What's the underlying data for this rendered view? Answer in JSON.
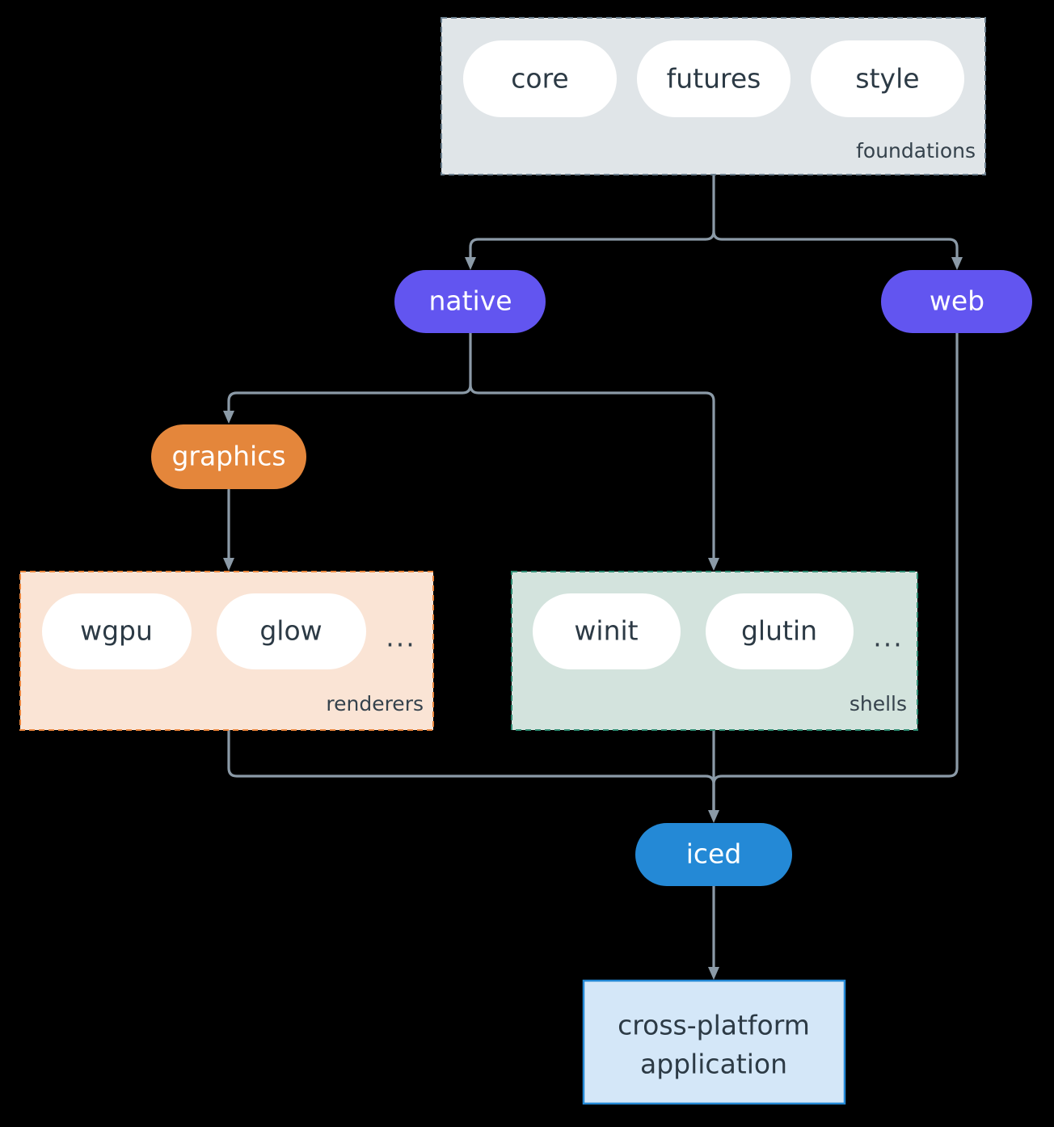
{
  "diagram": {
    "background_color": "#000000",
    "edge_color": "#8b9aa7",
    "clusters": [
      {
        "id": "foundations",
        "label": "foundations",
        "fill": "#e0e5e8",
        "stroke": "#6b7f8e",
        "border_style": "dashed",
        "nodes": [
          {
            "id": "core",
            "label": "core"
          },
          {
            "id": "futures",
            "label": "futures"
          },
          {
            "id": "style",
            "label": "style"
          }
        ]
      },
      {
        "id": "renderers",
        "label": "renderers",
        "fill": "#fae4d5",
        "stroke": "#e8843c",
        "border_style": "dashed",
        "nodes": [
          {
            "id": "wgpu",
            "label": "wgpu"
          },
          {
            "id": "glow",
            "label": "glow"
          },
          {
            "id": "renderers-more",
            "label": "..."
          }
        ]
      },
      {
        "id": "shells",
        "label": "shells",
        "fill": "#d3e3dd",
        "stroke": "#2e8b72",
        "border_style": "dashed",
        "nodes": [
          {
            "id": "winit",
            "label": "winit"
          },
          {
            "id": "glutin",
            "label": "glutin"
          },
          {
            "id": "shells-more",
            "label": "..."
          }
        ]
      }
    ],
    "nodes": [
      {
        "id": "native",
        "label": "native",
        "fill": "#6255f0",
        "text_color": "#ffffff",
        "shape": "pill"
      },
      {
        "id": "web",
        "label": "web",
        "fill": "#6255f0",
        "text_color": "#ffffff",
        "shape": "pill"
      },
      {
        "id": "graphics",
        "label": "graphics",
        "fill": "#e4863b",
        "text_color": "#ffffff",
        "shape": "pill"
      },
      {
        "id": "iced",
        "label": "iced",
        "fill": "#2489d6",
        "text_color": "#ffffff",
        "shape": "pill"
      },
      {
        "id": "application",
        "label_line1": "cross-platform",
        "label_line2": "application",
        "fill": "#d4e7f8",
        "stroke": "#2489d6",
        "text_color": "#2c3a45",
        "shape": "rect"
      }
    ],
    "edges": [
      {
        "from": "foundations",
        "to": "native"
      },
      {
        "from": "foundations",
        "to": "web"
      },
      {
        "from": "native",
        "to": "graphics"
      },
      {
        "from": "native",
        "to": "shells"
      },
      {
        "from": "graphics",
        "to": "renderers"
      },
      {
        "from": "renderers",
        "to": "iced"
      },
      {
        "from": "shells",
        "to": "iced"
      },
      {
        "from": "web",
        "to": "iced"
      },
      {
        "from": "iced",
        "to": "application"
      }
    ]
  }
}
